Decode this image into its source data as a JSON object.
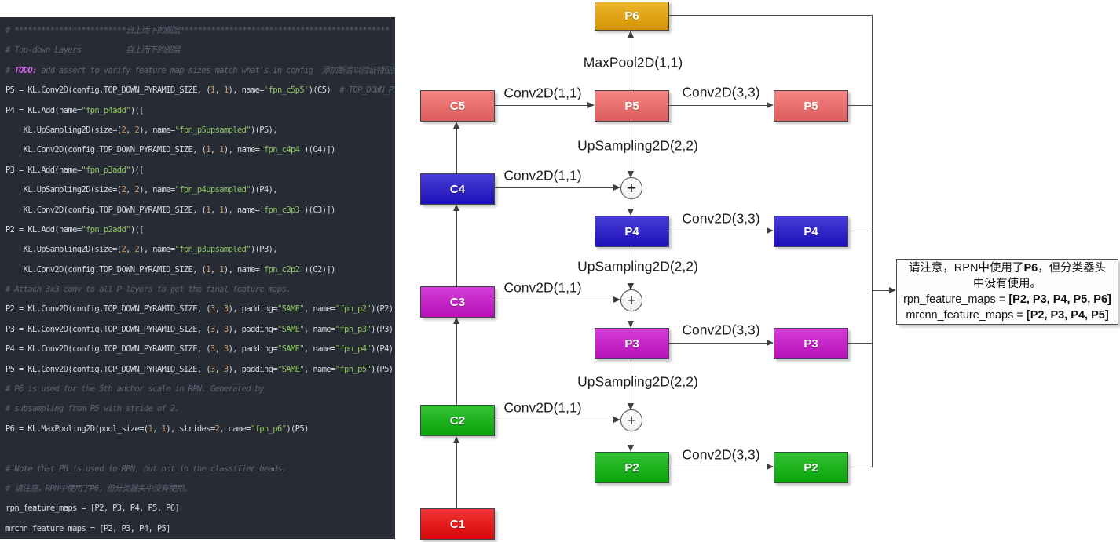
{
  "colors": {
    "panel_bg": "#272b33",
    "level1": "#ee0808",
    "level2": "#0ab50a",
    "level3": "#cb12cd",
    "level4": "#2012ce",
    "level5": "#f56868",
    "level6": "#eaa500",
    "line": "#4a4a4a"
  },
  "code_panel": {
    "lines": [
      [
        {
          "c": "com",
          "t": "# *************************自上而下的图层***********************************************"
        }
      ],
      [
        {
          "c": "com",
          "t": "# Top-down Layers          自上而下的图层"
        }
      ],
      [
        {
          "c": "com",
          "t": "# "
        },
        {
          "c": "todo",
          "t": "TODO:"
        },
        {
          "c": "com",
          "t": " add assert to varify feature map sizes match what's in config  添加断言以验证特征图"
        }
      ],
      [
        {
          "c": "pln",
          "t": "P5 = KL.Conv2D(config.TOP_DOWN_PYRAMID_SIZE, ("
        },
        {
          "c": "num",
          "t": "1"
        },
        {
          "c": "pln",
          "t": ", "
        },
        {
          "c": "num",
          "t": "1"
        },
        {
          "c": "pln",
          "t": "), name="
        },
        {
          "c": "str",
          "t": "'fpn_c5p5'"
        },
        {
          "c": "pln",
          "t": ")(C5)  "
        },
        {
          "c": "com",
          "t": "# TOP_DOWN_PY"
        }
      ],
      [
        {
          "c": "pln",
          "t": "P4 = KL.Add(name="
        },
        {
          "c": "str",
          "t": "\"fpn_p4add\""
        },
        {
          "c": "pln",
          "t": ")(["
        }
      ],
      [
        {
          "c": "pln",
          "t": "    KL.UpSampling2D(size=("
        },
        {
          "c": "num",
          "t": "2"
        },
        {
          "c": "pln",
          "t": ", "
        },
        {
          "c": "num",
          "t": "2"
        },
        {
          "c": "pln",
          "t": "), name="
        },
        {
          "c": "str",
          "t": "\"fpn_p5upsampled\""
        },
        {
          "c": "pln",
          "t": ")(P5),"
        }
      ],
      [
        {
          "c": "pln",
          "t": "    KL.Conv2D(config.TOP_DOWN_PYRAMID_SIZE, ("
        },
        {
          "c": "num",
          "t": "1"
        },
        {
          "c": "pln",
          "t": ", "
        },
        {
          "c": "num",
          "t": "1"
        },
        {
          "c": "pln",
          "t": "), name="
        },
        {
          "c": "str",
          "t": "'fpn_c4p4'"
        },
        {
          "c": "pln",
          "t": ")(C4)])"
        }
      ],
      [
        {
          "c": "pln",
          "t": "P3 = KL.Add(name="
        },
        {
          "c": "str",
          "t": "\"fpn_p3add\""
        },
        {
          "c": "pln",
          "t": ")(["
        }
      ],
      [
        {
          "c": "pln",
          "t": "    KL.UpSampling2D(size=("
        },
        {
          "c": "num",
          "t": "2"
        },
        {
          "c": "pln",
          "t": ", "
        },
        {
          "c": "num",
          "t": "2"
        },
        {
          "c": "pln",
          "t": "), name="
        },
        {
          "c": "str",
          "t": "\"fpn_p4upsampled\""
        },
        {
          "c": "pln",
          "t": ")(P4),"
        }
      ],
      [
        {
          "c": "pln",
          "t": "    KL.Conv2D(config.TOP_DOWN_PYRAMID_SIZE, ("
        },
        {
          "c": "num",
          "t": "1"
        },
        {
          "c": "pln",
          "t": ", "
        },
        {
          "c": "num",
          "t": "1"
        },
        {
          "c": "pln",
          "t": "), name="
        },
        {
          "c": "str",
          "t": "'fpn_c3p3'"
        },
        {
          "c": "pln",
          "t": ")(C3)])"
        }
      ],
      [
        {
          "c": "pln",
          "t": "P2 = KL.Add(name="
        },
        {
          "c": "str",
          "t": "\"fpn_p2add\""
        },
        {
          "c": "pln",
          "t": ")(["
        }
      ],
      [
        {
          "c": "pln",
          "t": "    KL.UpSampling2D(size=("
        },
        {
          "c": "num",
          "t": "2"
        },
        {
          "c": "pln",
          "t": ", "
        },
        {
          "c": "num",
          "t": "2"
        },
        {
          "c": "pln",
          "t": "), name="
        },
        {
          "c": "str",
          "t": "\"fpn_p3upsampled\""
        },
        {
          "c": "pln",
          "t": ")(P3),"
        }
      ],
      [
        {
          "c": "pln",
          "t": "    KL.Conv2D(config.TOP_DOWN_PYRAMID_SIZE, ("
        },
        {
          "c": "num",
          "t": "1"
        },
        {
          "c": "pln",
          "t": ", "
        },
        {
          "c": "num",
          "t": "1"
        },
        {
          "c": "pln",
          "t": "), name="
        },
        {
          "c": "str",
          "t": "'fpn_c2p2'"
        },
        {
          "c": "pln",
          "t": ")(C2)])"
        }
      ],
      [
        {
          "c": "com",
          "t": "# Attach 3x3 conv to all P layers to get the final feature maps."
        }
      ],
      [
        {
          "c": "pln",
          "t": "P2 = KL.Conv2D(config.TOP_DOWN_PYRAMID_SIZE, ("
        },
        {
          "c": "num",
          "t": "3"
        },
        {
          "c": "pln",
          "t": ", "
        },
        {
          "c": "num",
          "t": "3"
        },
        {
          "c": "pln",
          "t": "), padding="
        },
        {
          "c": "str",
          "t": "\"SAME\""
        },
        {
          "c": "pln",
          "t": ", name="
        },
        {
          "c": "str",
          "t": "\"fpn_p2\""
        },
        {
          "c": "pln",
          "t": ")(P2)"
        }
      ],
      [
        {
          "c": "pln",
          "t": "P3 = KL.Conv2D(config.TOP_DOWN_PYRAMID_SIZE, ("
        },
        {
          "c": "num",
          "t": "3"
        },
        {
          "c": "pln",
          "t": ", "
        },
        {
          "c": "num",
          "t": "3"
        },
        {
          "c": "pln",
          "t": "), padding="
        },
        {
          "c": "str",
          "t": "\"SAME\""
        },
        {
          "c": "pln",
          "t": ", name="
        },
        {
          "c": "str",
          "t": "\"fpn_p3\""
        },
        {
          "c": "pln",
          "t": ")(P3)"
        }
      ],
      [
        {
          "c": "pln",
          "t": "P4 = KL.Conv2D(config.TOP_DOWN_PYRAMID_SIZE, ("
        },
        {
          "c": "num",
          "t": "3"
        },
        {
          "c": "pln",
          "t": ", "
        },
        {
          "c": "num",
          "t": "3"
        },
        {
          "c": "pln",
          "t": "), padding="
        },
        {
          "c": "str",
          "t": "\"SAME\""
        },
        {
          "c": "pln",
          "t": ", name="
        },
        {
          "c": "str",
          "t": "\"fpn_p4\""
        },
        {
          "c": "pln",
          "t": ")(P4)"
        }
      ],
      [
        {
          "c": "pln",
          "t": "P5 = KL.Conv2D(config.TOP_DOWN_PYRAMID_SIZE, ("
        },
        {
          "c": "num",
          "t": "3"
        },
        {
          "c": "pln",
          "t": ", "
        },
        {
          "c": "num",
          "t": "3"
        },
        {
          "c": "pln",
          "t": "), padding="
        },
        {
          "c": "str",
          "t": "\"SAME\""
        },
        {
          "c": "pln",
          "t": ", name="
        },
        {
          "c": "str",
          "t": "\"fpn_p5\""
        },
        {
          "c": "pln",
          "t": ")(P5)"
        }
      ],
      [
        {
          "c": "com",
          "t": "# P6 is used for the 5th anchor scale in RPN. Generated by"
        }
      ],
      [
        {
          "c": "com",
          "t": "# subsampling from P5 with stride of 2."
        }
      ],
      [
        {
          "c": "pln",
          "t": "P6 = KL.MaxPooling2D(pool_size=("
        },
        {
          "c": "num",
          "t": "1"
        },
        {
          "c": "pln",
          "t": ", "
        },
        {
          "c": "num",
          "t": "1"
        },
        {
          "c": "pln",
          "t": "), strides="
        },
        {
          "c": "num",
          "t": "2"
        },
        {
          "c": "pln",
          "t": ", name="
        },
        {
          "c": "str",
          "t": "\"fpn_p6\""
        },
        {
          "c": "pln",
          "t": ")(P5)"
        }
      ],
      [],
      [
        {
          "c": "com",
          "t": "# Note that P6 is used in RPN, but not in the classifier heads."
        }
      ],
      [
        {
          "c": "com",
          "t": "# 请注意，RPN中使用了P6，但分类器头中没有使用。"
        }
      ],
      [
        {
          "c": "pln",
          "t": "rpn_feature_maps = [P2, P3, P4, P5, P6]"
        }
      ],
      [
        {
          "c": "pln",
          "t": "mrcnn_feature_maps = [P2, P3, P4, P5]"
        }
      ]
    ]
  },
  "diagram": {
    "boxes": {
      "c1": {
        "label": "C1",
        "color": "#ee0808"
      },
      "c2": {
        "label": "C2",
        "color": "#0ab50a"
      },
      "c3": {
        "label": "C3",
        "color": "#cb12cd"
      },
      "c4": {
        "label": "C4",
        "color": "#2012ce"
      },
      "c5": {
        "label": "C5",
        "color": "#f56868"
      },
      "p6": {
        "label": "P6",
        "color": "#eaa500"
      },
      "p5": {
        "label": "P5",
        "color": "#f56868"
      },
      "p4": {
        "label": "P4",
        "color": "#2012ce"
      },
      "p3": {
        "label": "P3",
        "color": "#cb12cd"
      },
      "p2": {
        "label": "P2",
        "color": "#0ab50a"
      },
      "p5r": {
        "label": "P5",
        "color": "#f56868"
      },
      "p4r": {
        "label": "P4",
        "color": "#2012ce"
      },
      "p3r": {
        "label": "P3",
        "color": "#cb12cd"
      },
      "p2r": {
        "label": "P2",
        "color": "#0ab50a"
      }
    },
    "labels": {
      "maxpool": "MaxPool2D(1,1)",
      "conv11": "Conv2D(1,1)",
      "conv33": "Conv2D(3,3)",
      "upsampling": "UpSampling2D(2,2)",
      "plus": "+"
    },
    "note": {
      "line1_pre": "请注意，RPN中使用了",
      "line1_bold": "P6",
      "line1_post": "，但分类器头",
      "line2": "中没有使用。",
      "line3_pre": "rpn_feature_maps = ",
      "line3_bold": "[P2, P3, P4, P5, P6]",
      "line4_pre": "mrcnn_feature_maps = ",
      "line4_bold": "[P2, P3, P4, P5]"
    }
  }
}
